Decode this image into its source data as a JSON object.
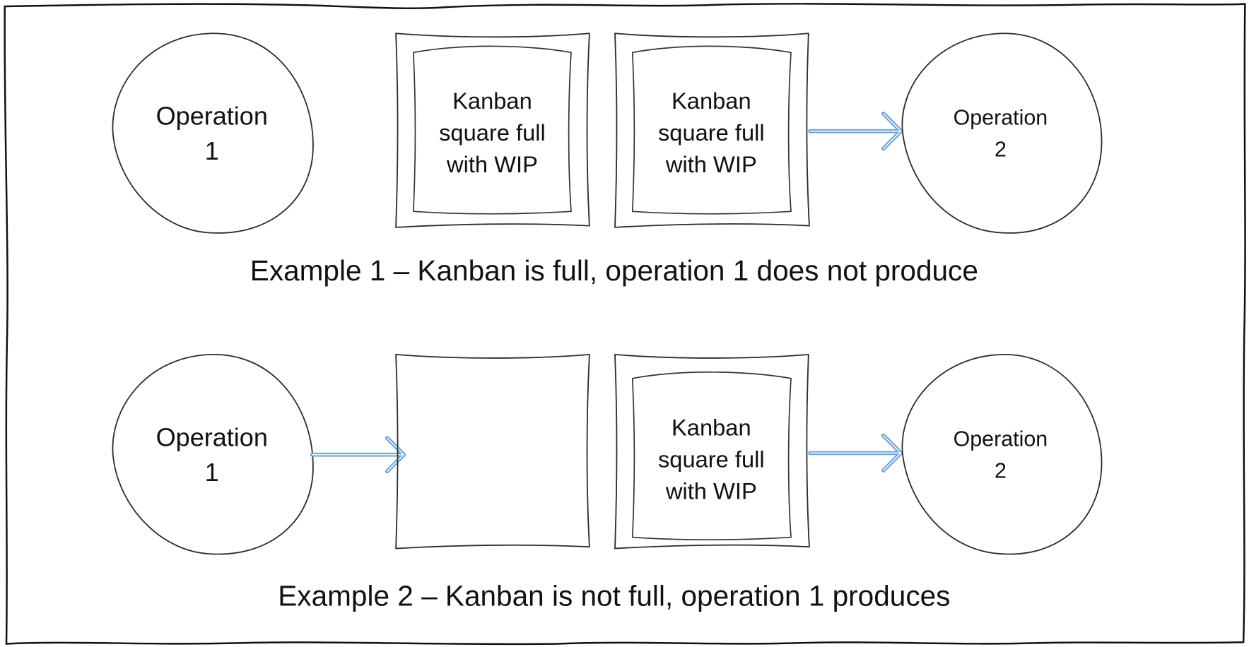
{
  "colors": {
    "wip_fill": "#c0c0c0",
    "arrow": "#6b9ed6",
    "line": "#2b2b2b",
    "background": "#ffffff"
  },
  "examples": [
    {
      "caption": "Example 1 – Kanban is full, operation 1 does not produce",
      "operation_1": {
        "line1": "Operation",
        "line2": "1"
      },
      "kanban_1": {
        "full": true,
        "lines": [
          "Kanban",
          "square full",
          "with WIP"
        ]
      },
      "kanban_2": {
        "full": true,
        "lines": [
          "Kanban",
          "square full",
          "with WIP"
        ]
      },
      "operation_2": {
        "line1": "Operation",
        "line2": "2"
      },
      "arrows": [
        "kanban-2-to-operation-2"
      ]
    },
    {
      "caption": "Example 2 – Kanban is not full, operation 1 produces",
      "operation_1": {
        "line1": "Operation",
        "line2": "1"
      },
      "kanban_1": {
        "full": false,
        "lines": []
      },
      "kanban_2": {
        "full": true,
        "lines": [
          "Kanban",
          "square full",
          "with WIP"
        ]
      },
      "operation_2": {
        "line1": "Operation",
        "line2": "2"
      },
      "arrows": [
        "operation-1-to-kanban-1",
        "kanban-2-to-operation-2"
      ]
    }
  ]
}
